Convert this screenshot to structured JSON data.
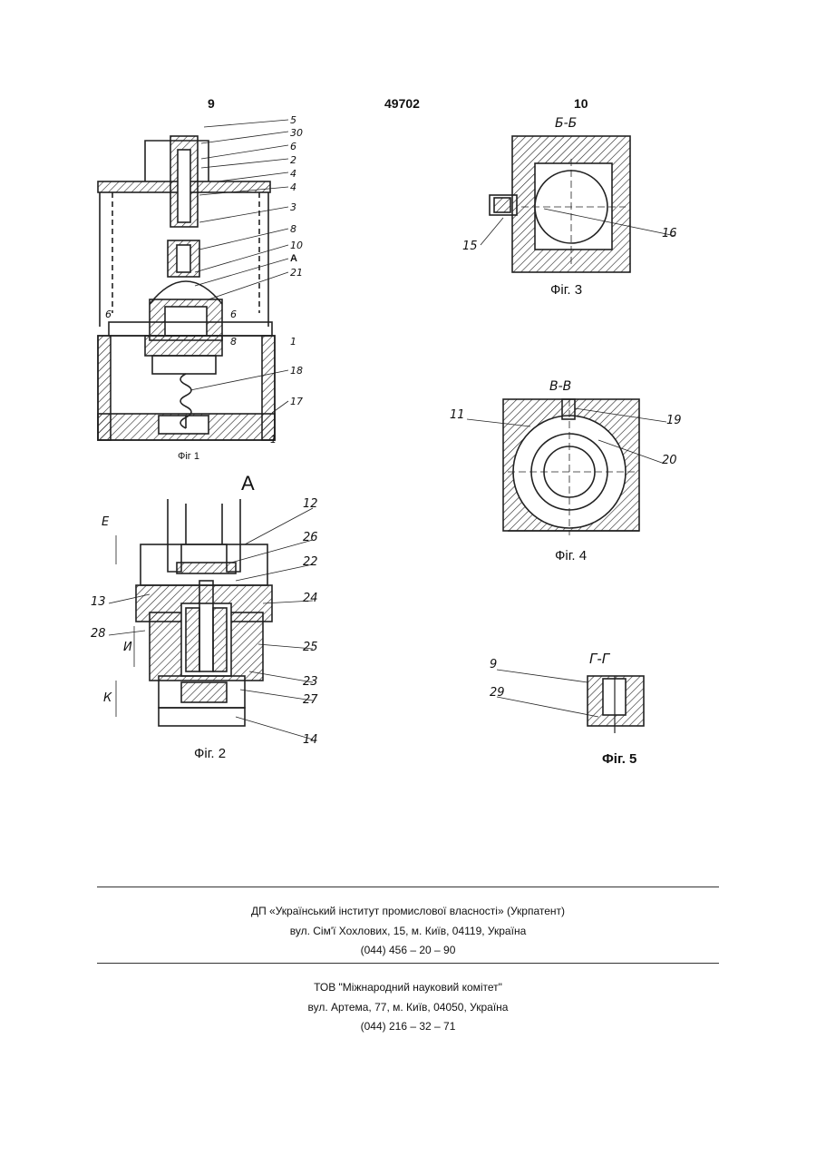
{
  "header": {
    "left_page": "9",
    "patent_number": "49702",
    "right_page": "10"
  },
  "figures": {
    "fig1": {
      "caption": "Фіг 1",
      "labels": [
        "5",
        "30",
        "6",
        "2",
        "4",
        "4",
        "3",
        "8",
        "10",
        "А",
        "21",
        "6",
        "6",
        "8",
        "1",
        "18",
        "17",
        "1"
      ]
    },
    "fig2": {
      "title": "А",
      "caption": "Фіг. 2",
      "labels": [
        "12",
        "26",
        "22",
        "13",
        "24",
        "28",
        "25",
        "23",
        "27",
        "14"
      ],
      "dims": [
        "Е",
        "И",
        "К"
      ]
    },
    "fig3": {
      "section": "Б-Б",
      "caption": "Фіг. 3",
      "labels": [
        "15",
        "16"
      ]
    },
    "fig4": {
      "section": "В-В",
      "caption": "Фіг. 4",
      "labels": [
        "11",
        "19",
        "20"
      ]
    },
    "fig5": {
      "section": "Г-Г",
      "caption": "Фіг. 5",
      "labels": [
        "9",
        "29"
      ]
    }
  },
  "footer": {
    "org1": {
      "name": "ДП «Український інститут промислової власності» (Укрпатент)",
      "address": "вул. Сім'ї Хохлових, 15, м. Київ, 04119, Україна",
      "phone": "(044) 456 – 20 – 90"
    },
    "org2": {
      "name": "ТОВ \"Міжнародний науковий комітет\"",
      "address": "вул. Артема, 77, м. Київ, 04050, Україна",
      "phone": "(044) 216 – 32 – 71"
    }
  }
}
